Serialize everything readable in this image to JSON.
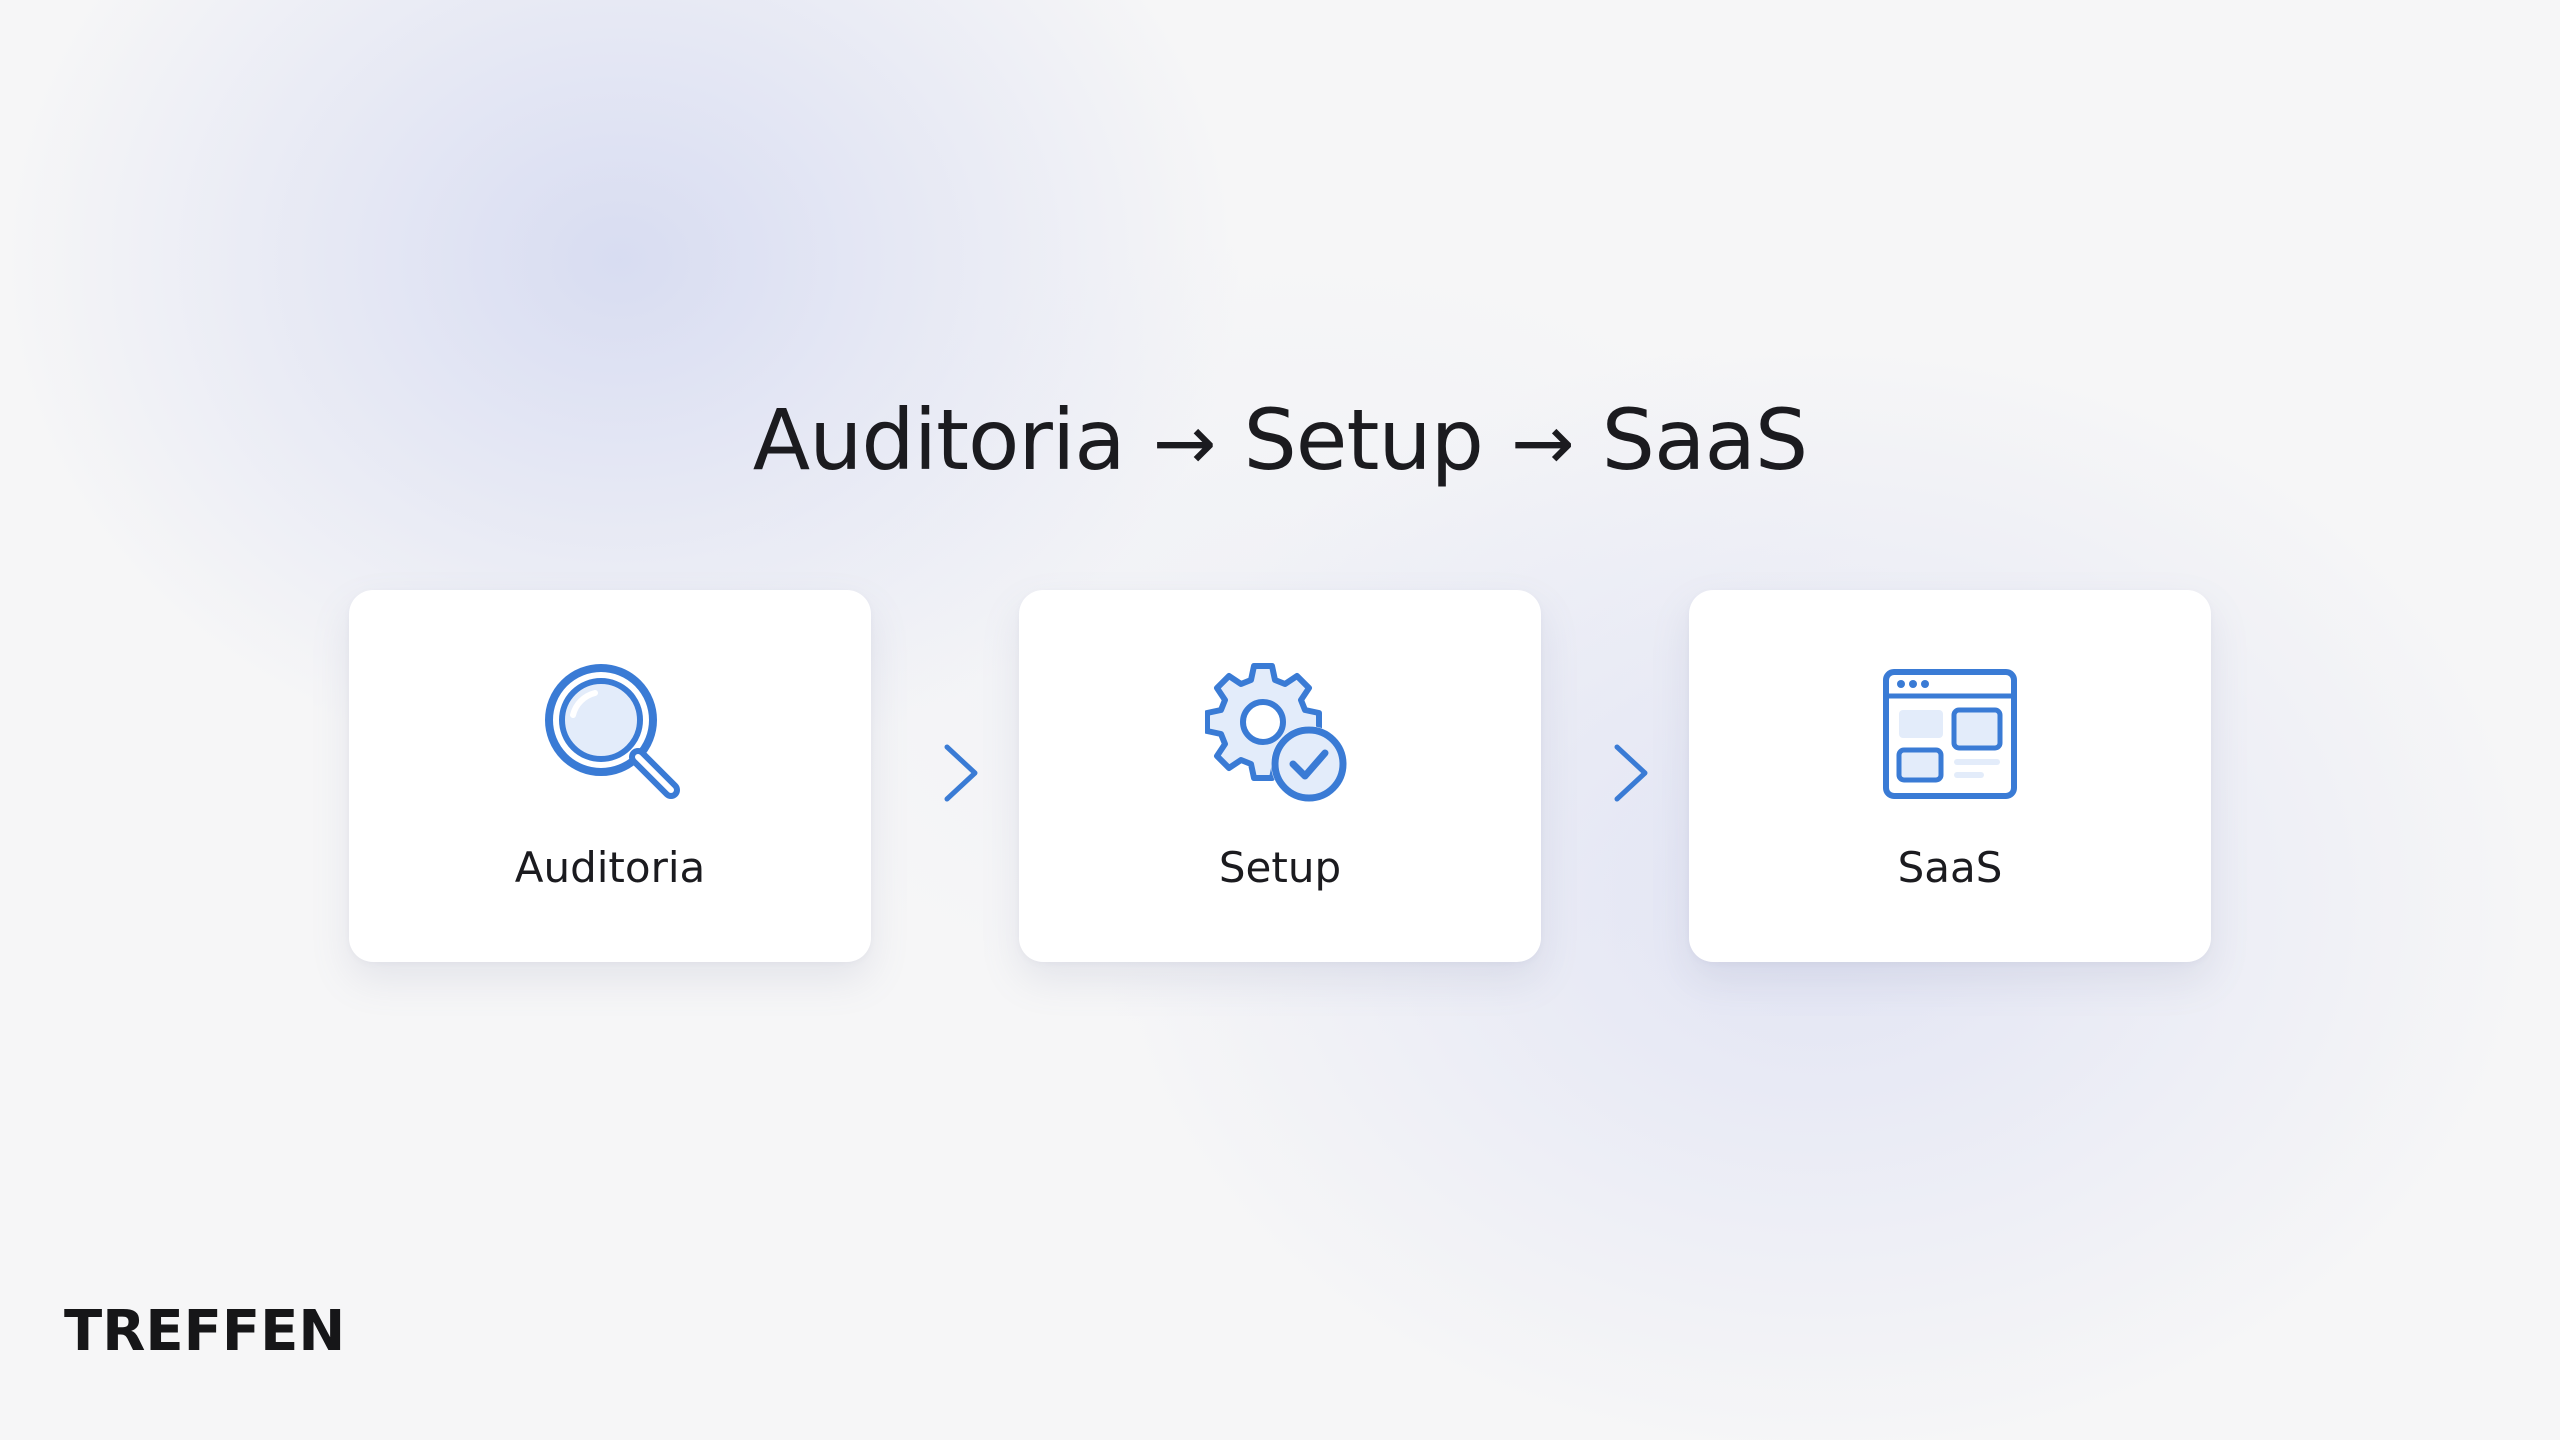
{
  "title": {
    "step1": "Auditoria",
    "arrow1": "→",
    "step2": "Setup",
    "arrow2": "→",
    "step3": "SaaS"
  },
  "cards": [
    {
      "label": "Auditoria",
      "icon": "magnifier-icon"
    },
    {
      "label": "Setup",
      "icon": "gear-check-icon"
    },
    {
      "label": "SaaS",
      "icon": "browser-dashboard-icon"
    }
  ],
  "brand": {
    "logo_text": "TREFFEN"
  },
  "colors": {
    "accent": "#3a7bd5",
    "accent_light": "#e3ecfa",
    "text": "#1b1b1f",
    "card_bg": "#ffffff"
  }
}
